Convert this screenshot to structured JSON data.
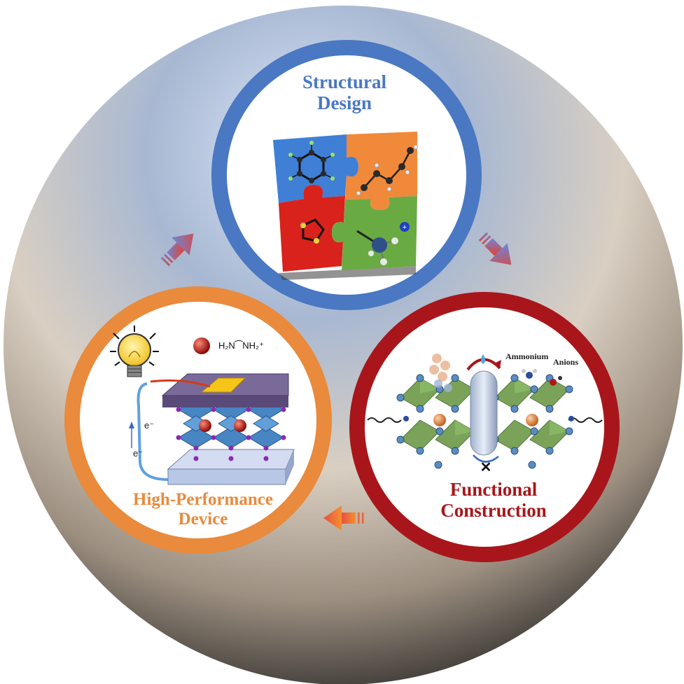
{
  "cycle": {
    "structural_design": {
      "title": "Structural\nDesign",
      "color": "#4a78c2"
    },
    "functional_construction": {
      "title": "Functional\nConstruction",
      "color": "#a8161b"
    },
    "high_performance_device": {
      "title": "High-Performance\nDevice",
      "color": "#e98a3c"
    }
  },
  "labels": {
    "ammonium": "Ammonium",
    "anions": "Anions",
    "formamidinium": "H₂N⁀NH₂⁺",
    "electron_1": "e⁻",
    "electron_2": "e⁻"
  },
  "colors": {
    "puzzle_blue": "#3f7fd6",
    "puzzle_orange": "#f0893a",
    "puzzle_red": "#d9221c",
    "puzzle_green": "#6aaa43",
    "arrow_gradient_start": "#6e84d8",
    "arrow_gradient_end": "#e8402a"
  }
}
